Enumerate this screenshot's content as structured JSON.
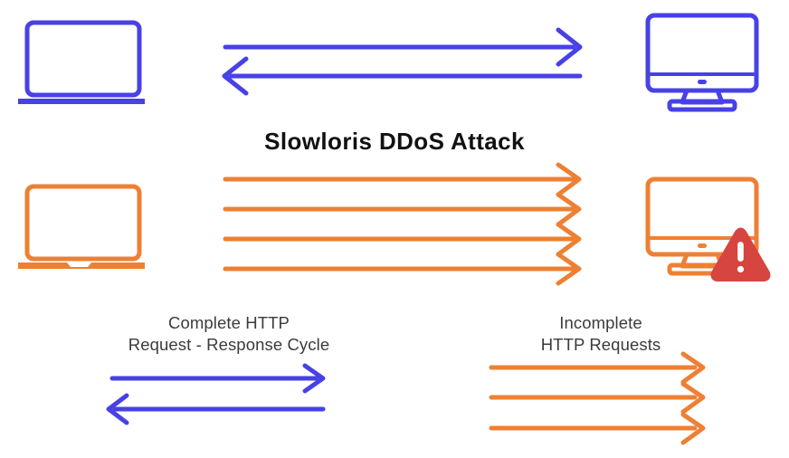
{
  "diagram": {
    "title": "Slowloris DDoS Attack",
    "colors": {
      "blue": "#4741e6",
      "orange": "#ee8033",
      "red": "#d6453f",
      "text": "#111111",
      "caption_text": "#3b3b3b",
      "background": "#ffffff"
    },
    "legend": {
      "left": {
        "line1": "Complete HTTP",
        "line2": "Request - Response Cycle",
        "arrow_color": "#4741e6",
        "arrow_count": 2,
        "directions": [
          "right",
          "left"
        ]
      },
      "right": {
        "line1": "Incomplete",
        "line2": "HTTP Requests",
        "arrow_color": "#ee8033",
        "arrow_count": 3,
        "directions": [
          "right",
          "right",
          "right"
        ]
      }
    },
    "rows": [
      {
        "name": "normal-traffic-row",
        "client_icon": "laptop-icon",
        "client_color": "#4741e6",
        "server_icon": "desktop-monitor-icon",
        "server_color": "#4741e6",
        "server_status": "ok",
        "arrow_color": "#4741e6",
        "arrow_count": 2,
        "arrow_directions": [
          "right",
          "left"
        ]
      },
      {
        "name": "attack-traffic-row",
        "client_icon": "laptop-icon",
        "client_color": "#ee8033",
        "server_icon": "desktop-monitor-icon",
        "server_color": "#ee8033",
        "server_status": "warning",
        "server_badge_icon": "warning-triangle-icon",
        "server_badge_color": "#d6453f",
        "arrow_color": "#ee8033",
        "arrow_count": 4,
        "arrow_directions": [
          "right",
          "right",
          "right",
          "right"
        ]
      }
    ]
  }
}
